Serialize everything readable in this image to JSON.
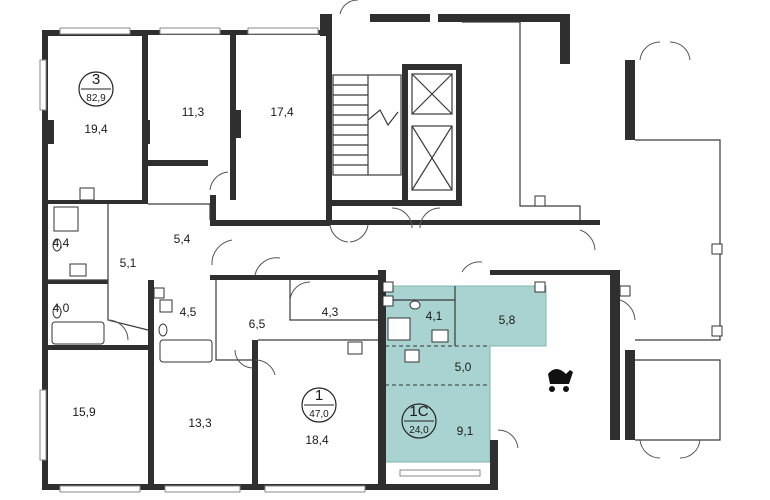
{
  "apartments": [
    {
      "id": "apt-3",
      "number": "3",
      "area": "82,9"
    },
    {
      "id": "apt-1",
      "number": "1",
      "area": "47,0"
    },
    {
      "id": "apt-1c",
      "number": "1С",
      "area": "24,0"
    }
  ],
  "rooms": {
    "r_19_4": "19,4",
    "r_11_3": "11,3",
    "r_17_4": "17,4",
    "r_4_4": "4,4",
    "r_5_1": "5,1",
    "r_5_4": "5,4",
    "r_4_0": "4,0",
    "r_4_5": "4,5",
    "r_6_5": "6,5",
    "r_4_3": "4,3",
    "r_4_1": "4,1",
    "r_5_8": "5,8",
    "r_5_0": "5,0",
    "r_15_9": "15,9",
    "r_13_3": "13,3",
    "r_18_4": "18,4",
    "r_9_1": "9,1"
  },
  "colors": {
    "highlight_fill": "#a9d3d0",
    "highlight_stroke": "#7fb5b1",
    "wall": "#2f2f2f"
  },
  "icons": [
    "stroller-icon",
    "toilet-icon",
    "sink-icon",
    "bathtub-icon",
    "shower-icon",
    "elevator-icon",
    "stairs-icon"
  ]
}
